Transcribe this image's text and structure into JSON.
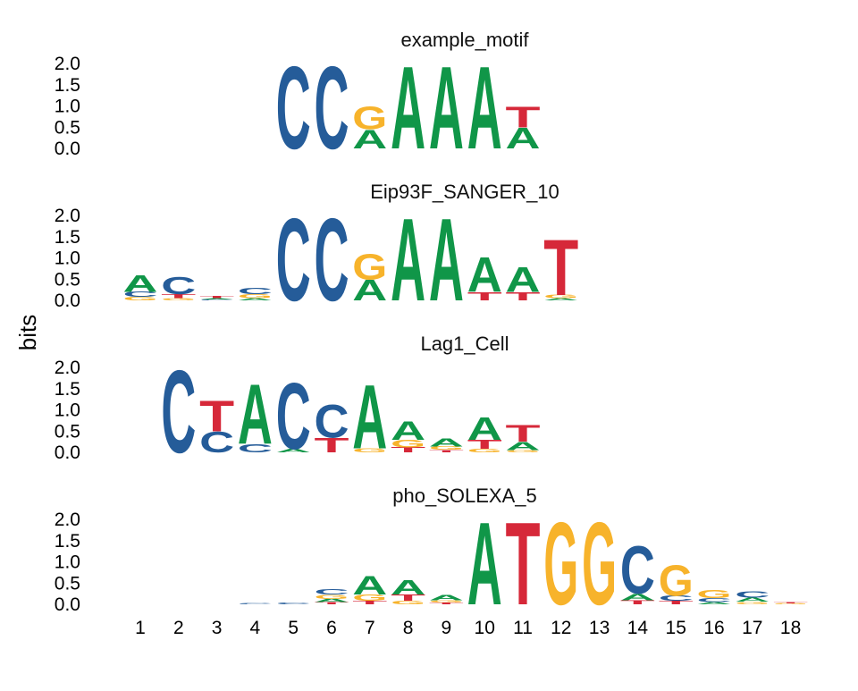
{
  "chart_data": {
    "type": "sequence_logo",
    "ylabel": "bits",
    "x_ticks": [
      "1",
      "2",
      "3",
      "4",
      "5",
      "6",
      "7",
      "8",
      "9",
      "10",
      "11",
      "12",
      "13",
      "14",
      "15",
      "16",
      "17",
      "18"
    ],
    "y_ticks": [
      "0.0",
      "0.5",
      "1.0",
      "1.5",
      "2.0"
    ],
    "ylim": [
      0,
      2
    ],
    "colors": {
      "A": "#109648",
      "C": "#255C99",
      "G": "#F7B32B",
      "T": "#D62839"
    },
    "panels": [
      {
        "title": "example_motif",
        "positions": [
          {
            "pos": 5,
            "letters": {
              "C": 2.0
            }
          },
          {
            "pos": 6,
            "letters": {
              "C": 2.0
            }
          },
          {
            "pos": 7,
            "letters": {
              "A": 0.45,
              "G": 0.55
            }
          },
          {
            "pos": 8,
            "letters": {
              "A": 2.0
            }
          },
          {
            "pos": 9,
            "letters": {
              "A": 2.0
            }
          },
          {
            "pos": 10,
            "letters": {
              "A": 2.0
            }
          },
          {
            "pos": 11,
            "letters": {
              "A": 0.5,
              "T": 0.5
            }
          }
        ]
      },
      {
        "title": "Eip93F_SANGER_10",
        "positions": [
          {
            "pos": 1,
            "letters": {
              "G": 0.08,
              "C": 0.12,
              "A": 0.4
            }
          },
          {
            "pos": 2,
            "letters": {
              "G": 0.05,
              "T": 0.1,
              "C": 0.42
            }
          },
          {
            "pos": 3,
            "letters": {
              "A": 0.03,
              "C": 0.02,
              "T": 0.05
            }
          },
          {
            "pos": 4,
            "letters": {
              "A": 0.05,
              "G": 0.1,
              "C": 0.15
            }
          },
          {
            "pos": 5,
            "letters": {
              "C": 2.0
            }
          },
          {
            "pos": 6,
            "letters": {
              "C": 2.0
            }
          },
          {
            "pos": 7,
            "letters": {
              "A": 0.5,
              "G": 0.62
            }
          },
          {
            "pos": 8,
            "letters": {
              "A": 2.0
            }
          },
          {
            "pos": 9,
            "letters": {
              "A": 2.0
            }
          },
          {
            "pos": 10,
            "letters": {
              "T": 0.2,
              "A": 0.85
            }
          },
          {
            "pos": 11,
            "letters": {
              "T": 0.2,
              "A": 0.6
            }
          },
          {
            "pos": 12,
            "letters": {
              "A": 0.05,
              "G": 0.08,
              "T": 1.35
            }
          }
        ]
      },
      {
        "title": "Lag1_Cell",
        "positions": [
          {
            "pos": 2,
            "letters": {
              "C": 2.0
            }
          },
          {
            "pos": 3,
            "letters": {
              "C": 0.5,
              "T": 0.75
            }
          },
          {
            "pos": 4,
            "letters": {
              "C": 0.2,
              "A": 1.45
            }
          },
          {
            "pos": 5,
            "letters": {
              "A": 0.08,
              "C": 1.6
            }
          },
          {
            "pos": 6,
            "letters": {
              "T": 0.35,
              "C": 0.8
            }
          },
          {
            "pos": 7,
            "letters": {
              "G": 0.1,
              "A": 1.55
            }
          },
          {
            "pos": 8,
            "letters": {
              "T": 0.12,
              "G": 0.18,
              "A": 0.45
            }
          },
          {
            "pos": 9,
            "letters": {
              "T": 0.06,
              "G": 0.08,
              "A": 0.2
            }
          },
          {
            "pos": 10,
            "letters": {
              "G": 0.08,
              "T": 0.22,
              "A": 0.55
            }
          },
          {
            "pos": 11,
            "letters": {
              "G": 0.05,
              "A": 0.2,
              "T": 0.4
            }
          }
        ]
      },
      {
        "title": "pho_SOLEXA_5",
        "positions": [
          {
            "pos": 4,
            "letters": {
              "C": 0.03
            }
          },
          {
            "pos": 5,
            "letters": {
              "C": 0.04
            }
          },
          {
            "pos": 6,
            "letters": {
              "T": 0.05,
              "A": 0.08,
              "G": 0.1,
              "C": 0.12
            }
          },
          {
            "pos": 7,
            "letters": {
              "T": 0.08,
              "G": 0.15,
              "A": 0.45
            }
          },
          {
            "pos": 8,
            "letters": {
              "G": 0.08,
              "T": 0.15,
              "A": 0.35
            }
          },
          {
            "pos": 9,
            "letters": {
              "T": 0.04,
              "G": 0.06,
              "A": 0.12
            }
          },
          {
            "pos": 10,
            "letters": {
              "A": 2.0
            }
          },
          {
            "pos": 11,
            "letters": {
              "T": 2.0
            }
          },
          {
            "pos": 12,
            "letters": {
              "G": 2.0
            }
          },
          {
            "pos": 13,
            "letters": {
              "G": 2.0
            }
          },
          {
            "pos": 14,
            "letters": {
              "T": 0.1,
              "A": 0.15,
              "C": 1.15
            }
          },
          {
            "pos": 15,
            "letters": {
              "T": 0.08,
              "C": 0.12,
              "G": 0.75
            }
          },
          {
            "pos": 16,
            "letters": {
              "A": 0.05,
              "C": 0.1,
              "G": 0.2
            }
          },
          {
            "pos": 17,
            "letters": {
              "G": 0.06,
              "A": 0.1,
              "C": 0.15
            }
          },
          {
            "pos": 18,
            "letters": {
              "T": 0.03,
              "G": 0.02
            }
          }
        ]
      }
    ]
  }
}
